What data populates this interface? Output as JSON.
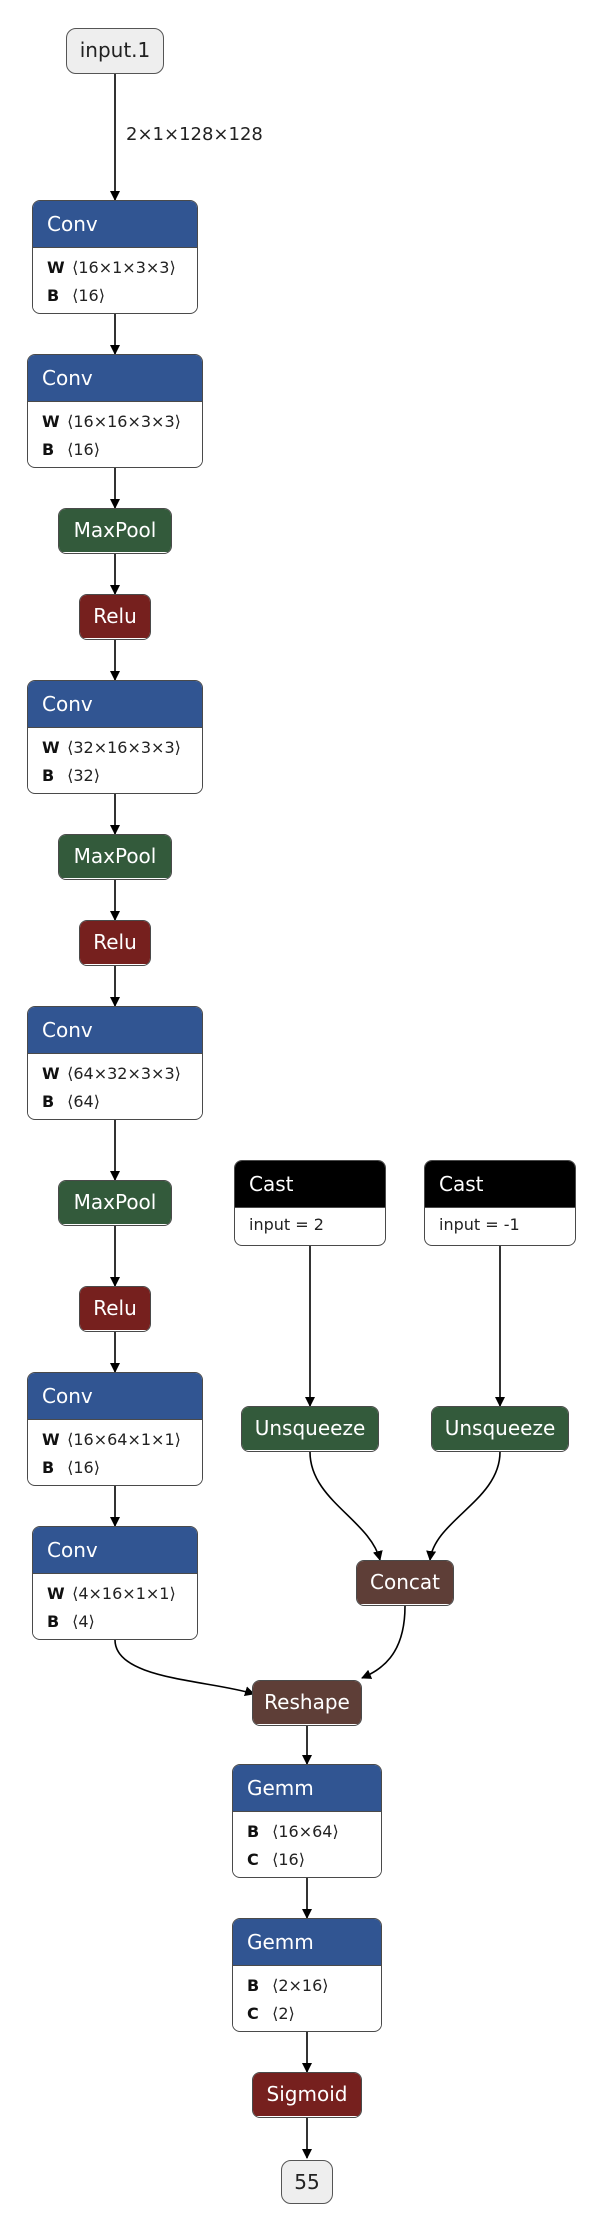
{
  "graph": {
    "input_label": "input.1",
    "output_label": "55",
    "input_shape": "2×1×128×128",
    "nodes": {
      "conv1": {
        "op": "Conv",
        "attrs": [
          {
            "k": "W",
            "v": "⟨16×1×3×3⟩"
          },
          {
            "k": "B",
            "v": "⟨16⟩"
          }
        ]
      },
      "conv2": {
        "op": "Conv",
        "attrs": [
          {
            "k": "W",
            "v": "⟨16×16×3×3⟩"
          },
          {
            "k": "B",
            "v": "⟨16⟩"
          }
        ]
      },
      "pool1": {
        "op": "MaxPool"
      },
      "relu1": {
        "op": "Relu"
      },
      "conv3": {
        "op": "Conv",
        "attrs": [
          {
            "k": "W",
            "v": "⟨32×16×3×3⟩"
          },
          {
            "k": "B",
            "v": "⟨32⟩"
          }
        ]
      },
      "pool2": {
        "op": "MaxPool"
      },
      "relu2": {
        "op": "Relu"
      },
      "conv4": {
        "op": "Conv",
        "attrs": [
          {
            "k": "W",
            "v": "⟨64×32×3×3⟩"
          },
          {
            "k": "B",
            "v": "⟨64⟩"
          }
        ]
      },
      "pool3": {
        "op": "MaxPool"
      },
      "relu3": {
        "op": "Relu"
      },
      "conv5": {
        "op": "Conv",
        "attrs": [
          {
            "k": "W",
            "v": "⟨16×64×1×1⟩"
          },
          {
            "k": "B",
            "v": "⟨16⟩"
          }
        ]
      },
      "conv6": {
        "op": "Conv",
        "attrs": [
          {
            "k": "W",
            "v": "⟨4×16×1×1⟩"
          },
          {
            "k": "B",
            "v": "⟨4⟩"
          }
        ]
      },
      "cast1": {
        "op": "Cast",
        "attrs": [
          {
            "k": "",
            "v": "input = 2"
          }
        ]
      },
      "cast2": {
        "op": "Cast",
        "attrs": [
          {
            "k": "",
            "v": "input = -1"
          }
        ]
      },
      "unsq1": {
        "op": "Unsqueeze"
      },
      "unsq2": {
        "op": "Unsqueeze"
      },
      "concat": {
        "op": "Concat"
      },
      "reshape": {
        "op": "Reshape"
      },
      "gemm1": {
        "op": "Gemm",
        "attrs": [
          {
            "k": "B",
            "v": "⟨16×64⟩"
          },
          {
            "k": "C",
            "v": "⟨16⟩"
          }
        ]
      },
      "gemm2": {
        "op": "Gemm",
        "attrs": [
          {
            "k": "B",
            "v": "⟨2×16⟩"
          },
          {
            "k": "C",
            "v": "⟨2⟩"
          }
        ]
      },
      "sigmoid": {
        "op": "Sigmoid"
      }
    }
  }
}
